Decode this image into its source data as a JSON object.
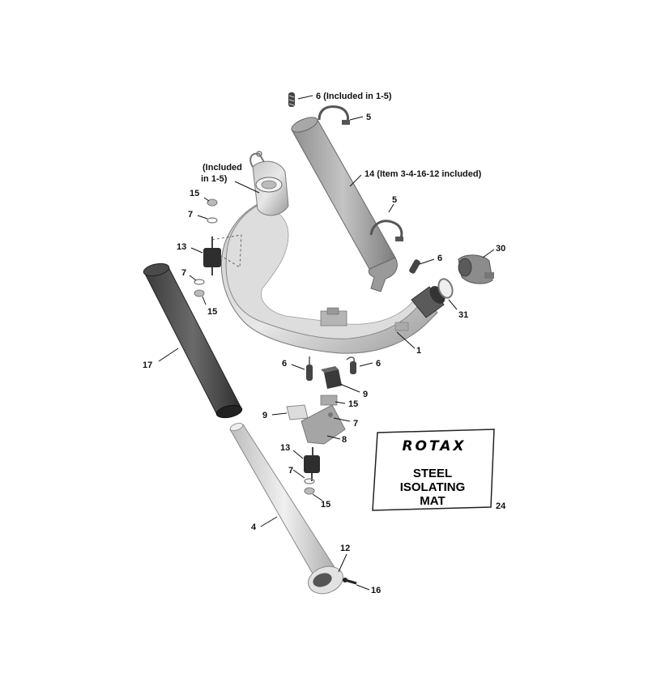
{
  "callouts": {
    "c6_top": "6 (Included in 1-5)",
    "c5_top": "5",
    "c14": "14 (Item 3-4-16-12 included)",
    "c5_mid": "5",
    "c_included_line1": "(Included",
    "c_included_line2": "in 1-5)",
    "c15_a": "15",
    "c7_a": "7",
    "c13_a": "13",
    "c7_b": "7",
    "c15_b": "15",
    "c6_mid": "6",
    "c30": "30",
    "c31": "31",
    "c1": "1",
    "c17": "17",
    "c6_left": "6",
    "c6_right": "6",
    "c9_right": "9",
    "c15_c": "15",
    "c9_left": "9",
    "c7_c": "7",
    "c8": "8",
    "c13_b": "13",
    "c7_d": "7",
    "c15_d": "15",
    "c4": "4",
    "c12": "12",
    "c16": "16",
    "c24": "24"
  },
  "mat_label": {
    "logo": "ROTAX",
    "line1": "STEEL",
    "line2": "ISOLATING",
    "line3": "MAT"
  }
}
